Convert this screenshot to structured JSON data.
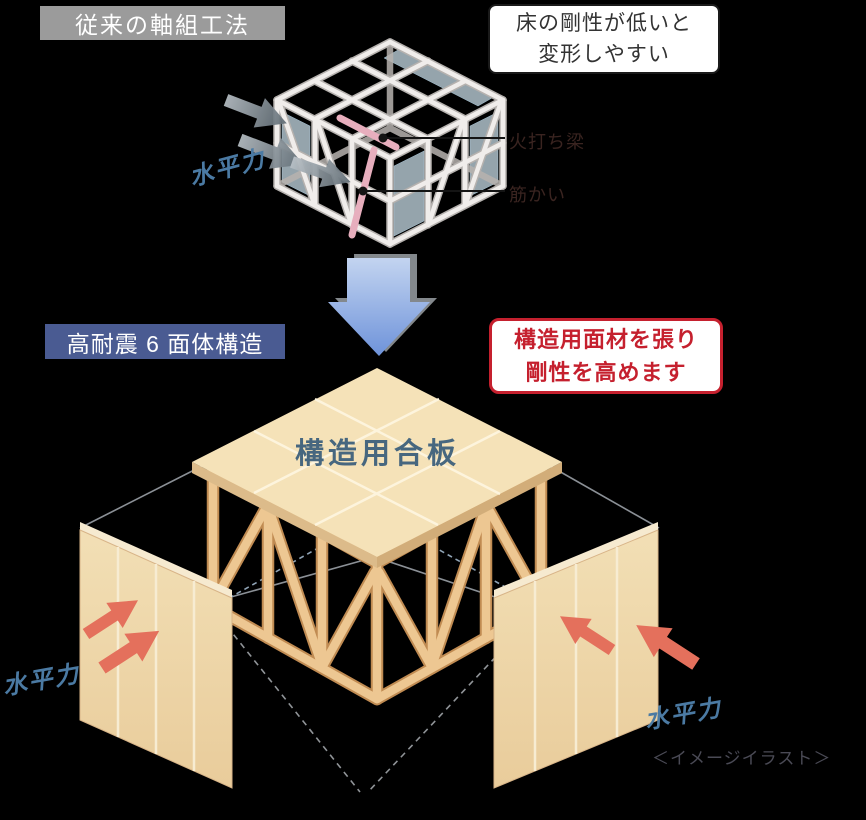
{
  "traditional": {
    "label": "従来の軸組工法",
    "callout": {
      "line1": "床の剛性が低いと",
      "line2": "変形しやすい"
    },
    "force_label": "水平力",
    "part_labels": {
      "hiuchi": "火打ち梁",
      "sujikai": "筋かい"
    }
  },
  "hexahedron": {
    "label": "高耐震 6 面体構造",
    "callout": {
      "line1": "構造用面材を張り",
      "line2": "剛性を高めます"
    },
    "plywood_label": "構造用合板",
    "force_label_left": "水平力",
    "force_label_right": "水平力",
    "caption": "＜イメージイラスト＞"
  },
  "colors": {
    "background": "#000000",
    "gray_label_bg": "#9b9b9b",
    "blue_label_bg": "#4a5b92",
    "red_accent": "#c5202e",
    "blue_force_text": "#4b7aa3",
    "navy_plywood_text": "#47677f",
    "wood_frame": "#ecc795",
    "wood_panel": "#f2dfb5",
    "transition_arrow_blue": "#6e93da",
    "force_arrow_red": "#e4705c",
    "force_arrow_gray": "#8a949b",
    "pink_member": "#e7aebd"
  }
}
